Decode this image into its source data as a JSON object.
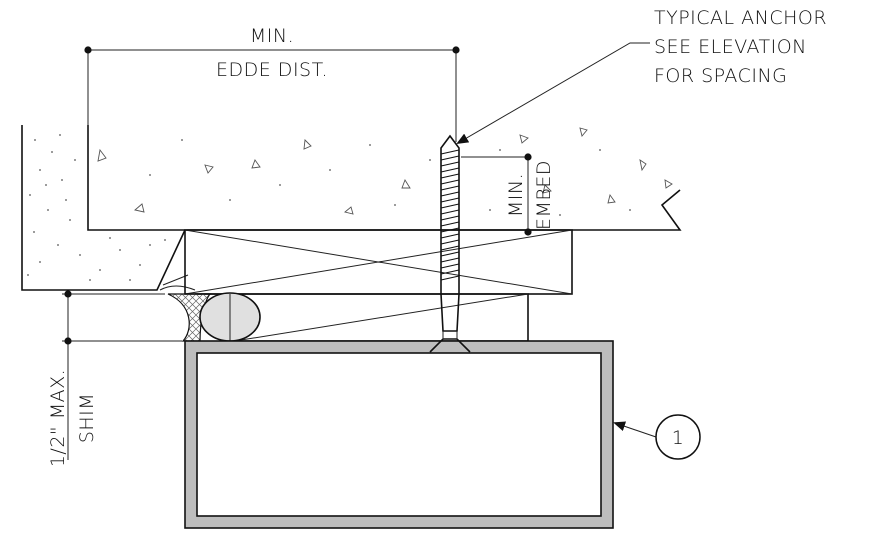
{
  "labels": {
    "edge_dist_line1": "MIN.",
    "edge_dist_line2": "EDDE DIST.",
    "anchor_line1": "TYPICAL ANCHOR",
    "anchor_line2": "SEE ELEVATION",
    "anchor_line3": "FOR SPACING",
    "embed_line1": "MIN.",
    "embed_line2": "EMBED",
    "shim_line1": "1/2\" MAX.",
    "shim_line2": "SHIM",
    "callout_number": "1"
  },
  "colors": {
    "linework": "#111111",
    "tube_fill": "#bdbdbd",
    "backer_rod_fill": "#e0e0e0",
    "background": "#ffffff"
  }
}
